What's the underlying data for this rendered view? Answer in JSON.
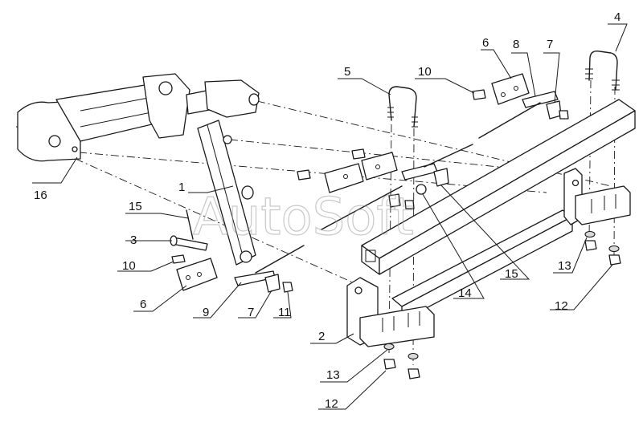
{
  "watermark": "AutoSoft",
  "callouts": [
    {
      "id": "c1",
      "text": "1"
    },
    {
      "id": "c2",
      "text": "2"
    },
    {
      "id": "c3",
      "text": "3"
    },
    {
      "id": "c4",
      "text": "4"
    },
    {
      "id": "c5",
      "text": "5"
    },
    {
      "id": "c6a",
      "text": "6"
    },
    {
      "id": "c6b",
      "text": "6"
    },
    {
      "id": "c7a",
      "text": "7"
    },
    {
      "id": "c7b",
      "text": "7"
    },
    {
      "id": "c8",
      "text": "8"
    },
    {
      "id": "c9",
      "text": "9"
    },
    {
      "id": "c10a",
      "text": "10"
    },
    {
      "id": "c10b",
      "text": "10"
    },
    {
      "id": "c11",
      "text": "11"
    },
    {
      "id": "c12a",
      "text": "12"
    },
    {
      "id": "c12b",
      "text": "12"
    },
    {
      "id": "c13a",
      "text": "13"
    },
    {
      "id": "c13b",
      "text": "13"
    },
    {
      "id": "c14",
      "text": "14"
    },
    {
      "id": "c15a",
      "text": "15"
    },
    {
      "id": "c15b",
      "text": "15"
    },
    {
      "id": "c16",
      "text": "16"
    }
  ]
}
